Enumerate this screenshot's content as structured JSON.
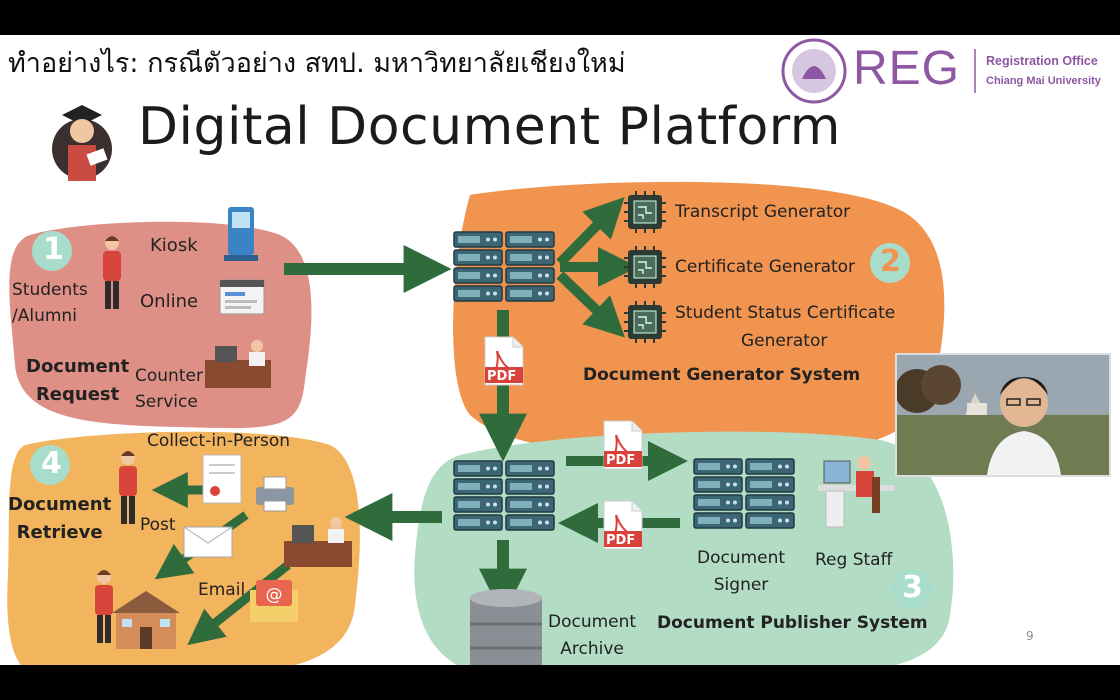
{
  "header": {
    "thai_title": "ทำอย่างไร: กรณีตัวอย่าง สทป. มหาวิทยาลัยเชียงใหม่",
    "main_title": "Digital Document Platform",
    "logo_text": "REG",
    "logo_sub_line1": "Registration Office",
    "logo_sub_line2": "Chiang Mai University"
  },
  "section1": {
    "number": "1",
    "users_label_line1": "Students",
    "users_label_line2": "/Alumni",
    "kiosk": "Kiosk",
    "online": "Online",
    "counter_line1": "Counter",
    "counter_line2": "Service",
    "title_line1": "Document",
    "title_line2": "Request"
  },
  "section2": {
    "number": "2",
    "generators": [
      "Transcript Generator",
      "Certificate Generator",
      "Student Status Certificate",
      "Generator"
    ],
    "title": "Document Generator System",
    "pdf_label": "PDF"
  },
  "section3": {
    "number": "3",
    "signer_line1": "Document",
    "signer_line2": "Signer",
    "staff": "Reg Staff",
    "archive_line1": "Document",
    "archive_line2": "Archive",
    "title": "Document Publisher System",
    "pdf_label": "PDF"
  },
  "section4": {
    "number": "4",
    "collect": "Collect-in-Person",
    "post": "Post",
    "email": "Email",
    "title_line1": "Document",
    "title_line2": "Retrieve"
  },
  "page_number": "9",
  "colors": {
    "request_bg": "#de8f86",
    "generator_bg": "#f0944f",
    "publisher_bg": "#b3dcc4",
    "retrieve_bg": "#f2b45c",
    "arrow": "#2f6b3b",
    "number_circle": "#a8dccb",
    "reg_purple": "#8e57a3"
  }
}
